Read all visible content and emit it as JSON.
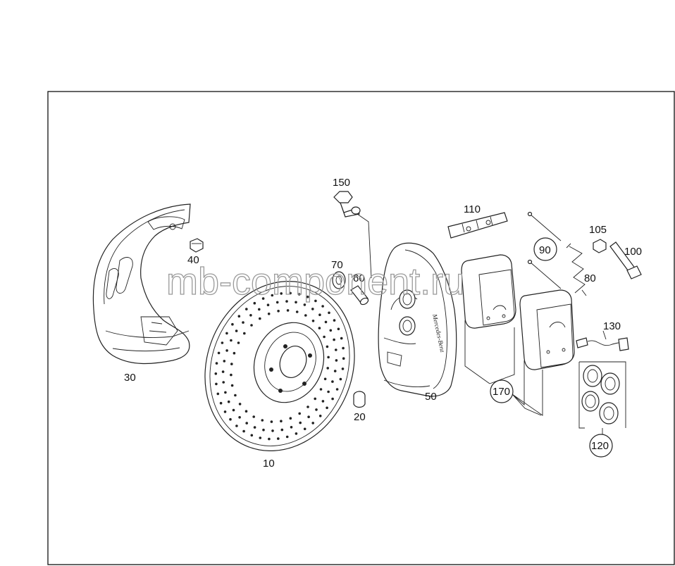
{
  "watermark": "mb-component.ru",
  "callouts": {
    "disc": "10",
    "bolt_20": "20",
    "shield": "30",
    "nut_40": "40",
    "caliper": "50",
    "bleeder_60": "60",
    "cap_70": "70",
    "spring_80": "80",
    "pin_90": "90",
    "bolt_100": "100",
    "nut_105": "105",
    "clip_110": "110",
    "seal_kit_120": "120",
    "sensor_130": "130",
    "bolt_150": "150",
    "pad_set_170": "170"
  },
  "caliper_brand": "Mercedes-Benz"
}
